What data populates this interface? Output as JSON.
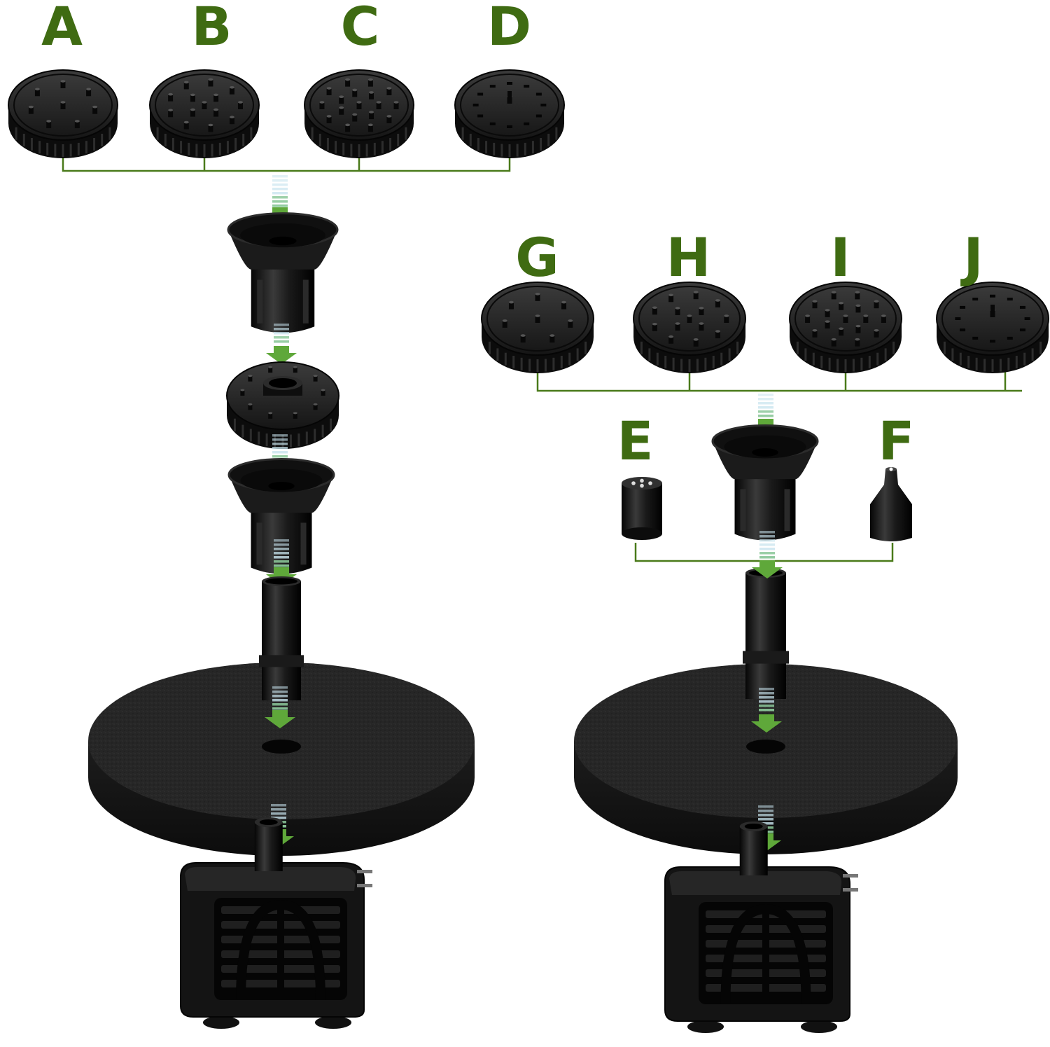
{
  "labels": {
    "a": "A",
    "b": "B",
    "c": "C",
    "d": "D",
    "e": "E",
    "f": "F",
    "g": "G",
    "h": "H",
    "i": "I",
    "j": "J"
  },
  "colors": {
    "label_green": "#3f6b12",
    "line_green": "#4a7a1a",
    "arrow_green": "#5fa83a",
    "part_black": "#111111",
    "foam": "#262626"
  },
  "nozzle_patterns": [
    "dots-8",
    "dots-14",
    "dots-20",
    "dashes-ring"
  ]
}
